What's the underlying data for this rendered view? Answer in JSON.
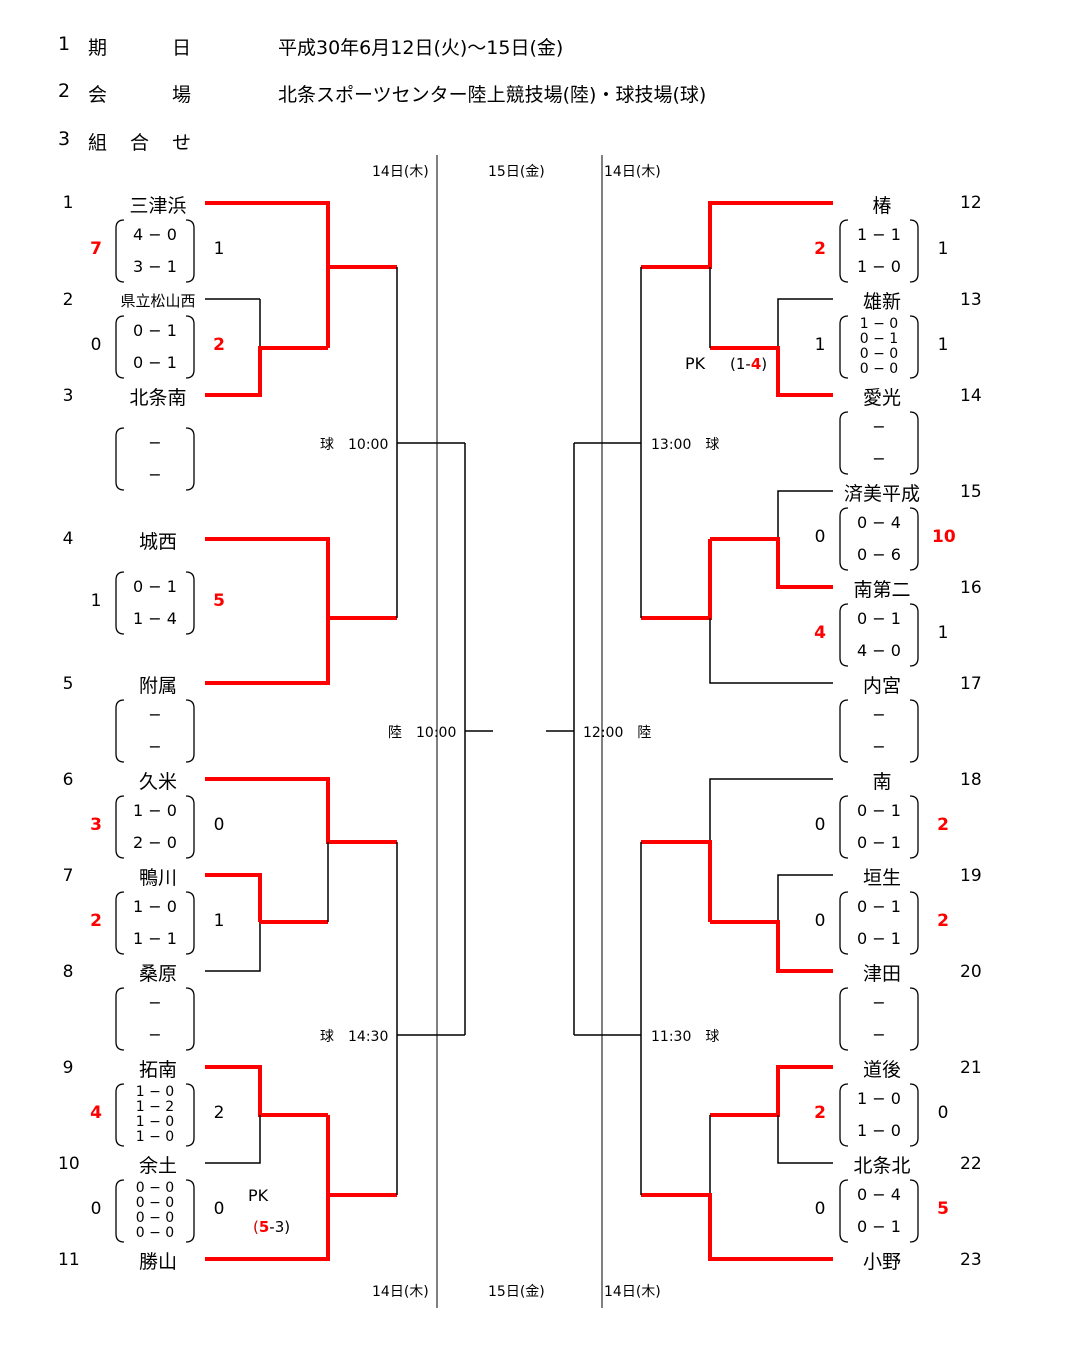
{
  "info": [
    {
      "num": "1",
      "label": "期　　　日",
      "value": "平成30年6月12日(火)〜15日(金)"
    },
    {
      "num": "2",
      "label": "会　　　場",
      "value": "北条スポーツセンター陸上競技場(陸)・球技場(球)"
    },
    {
      "num": "3",
      "label": "組　合　せ",
      "value": ""
    }
  ],
  "day_headers": {
    "left": "14日(木)",
    "center": "15日(金)",
    "right": "14日(木)"
  },
  "match_labels": {
    "left_upper": "球　10:00",
    "left_lower": "球　14:30",
    "left_final": "陸　10:00",
    "right_upper": "13:00　球",
    "right_lower": "11:30　球",
    "right_final": "12:00　陸"
  },
  "left_teams": [
    {
      "seed": "1",
      "name": "三津浜"
    },
    {
      "seed": "2",
      "name": "県立松山西"
    },
    {
      "seed": "3",
      "name": "北条南"
    },
    {
      "seed": "4",
      "name": "城西"
    },
    {
      "seed": "5",
      "name": "附属"
    },
    {
      "seed": "6",
      "name": "久米"
    },
    {
      "seed": "7",
      "name": "鴨川"
    },
    {
      "seed": "8",
      "name": "桑原"
    },
    {
      "seed": "9",
      "name": "拓南"
    },
    {
      "seed": "10",
      "name": "余土"
    },
    {
      "seed": "11",
      "name": "勝山"
    }
  ],
  "right_teams": [
    {
      "seed": "12",
      "name": "椿"
    },
    {
      "seed": "13",
      "name": "雄新"
    },
    {
      "seed": "14",
      "name": "愛光"
    },
    {
      "seed": "15",
      "name": "済美平成"
    },
    {
      "seed": "16",
      "name": "南第二"
    },
    {
      "seed": "17",
      "name": "内宮"
    },
    {
      "seed": "18",
      "name": "南"
    },
    {
      "seed": "19",
      "name": "垣生"
    },
    {
      "seed": "20",
      "name": "津田"
    },
    {
      "seed": "21",
      "name": "道後"
    },
    {
      "seed": "22",
      "name": "北条北"
    },
    {
      "seed": "23",
      "name": "小野"
    }
  ],
  "left_scores": [
    {
      "a": "7",
      "b": "1",
      "halves": [
        "4 − 0",
        "3 − 1"
      ]
    },
    {
      "a": "0",
      "b": "2",
      "halves": [
        "0 − 1",
        "0 − 1"
      ]
    },
    {
      "a": "",
      "b": "",
      "halves": [
        "−",
        "−"
      ]
    },
    {
      "a": "1",
      "b": "5",
      "halves": [
        "0 − 1",
        "1 − 4"
      ]
    },
    {
      "a": "",
      "b": "",
      "halves": [
        "−",
        "−"
      ]
    },
    {
      "a": "3",
      "b": "0",
      "halves": [
        "1 − 0",
        "2 − 0"
      ]
    },
    {
      "a": "2",
      "b": "1",
      "halves": [
        "1 − 0",
        "1 − 1"
      ]
    },
    {
      "a": "",
      "b": "",
      "halves": [
        "−",
        "−"
      ]
    },
    {
      "a": "4",
      "b": "2",
      "halves": [
        "1 − 0",
        "1 − 2",
        "1 − 0",
        "1 − 0"
      ]
    },
    {
      "a": "0",
      "b": "0",
      "halves": [
        "0 − 0",
        "0 − 0",
        "0 − 0",
        "0 − 0"
      ]
    }
  ],
  "right_scores": [
    {
      "a": "2",
      "b": "1",
      "halves": [
        "1 − 1",
        "1 − 0"
      ]
    },
    {
      "a": "1",
      "b": "1",
      "halves": [
        "1 − 0",
        "0 − 1",
        "0 − 0",
        "0 − 0"
      ]
    },
    {
      "a": "",
      "b": "",
      "halves": [
        "−",
        "−"
      ]
    },
    {
      "a": "0",
      "b": "10",
      "halves": [
        "0 − 4",
        "0 − 6"
      ]
    },
    {
      "a": "4",
      "b": "1",
      "halves": [
        "0 − 1",
        "4 − 0"
      ]
    },
    {
      "a": "",
      "b": "",
      "halves": [
        "−",
        "−"
      ]
    },
    {
      "a": "0",
      "b": "2",
      "halves": [
        "0 − 1",
        "0 − 1"
      ]
    },
    {
      "a": "0",
      "b": "2",
      "halves": [
        "0 − 1",
        "0 − 1"
      ]
    },
    {
      "a": "",
      "b": "",
      "halves": [
        "−",
        "−"
      ]
    },
    {
      "a": "2",
      "b": "0",
      "halves": [
        "1 − 0",
        "1 − 0"
      ]
    },
    {
      "a": "0",
      "b": "5",
      "halves": [
        "0 − 4",
        "0 − 1"
      ]
    }
  ],
  "pk_left": {
    "label": "PK",
    "open": "(",
    "win": "5",
    "rest": "-3)"
  },
  "pk_right": {
    "label": "PK",
    "open": "(1-",
    "win": "4",
    "rest": ")"
  },
  "colors": {
    "winner_line": "#ff0000",
    "line": "#000000",
    "winner_text": "#ff0000"
  }
}
